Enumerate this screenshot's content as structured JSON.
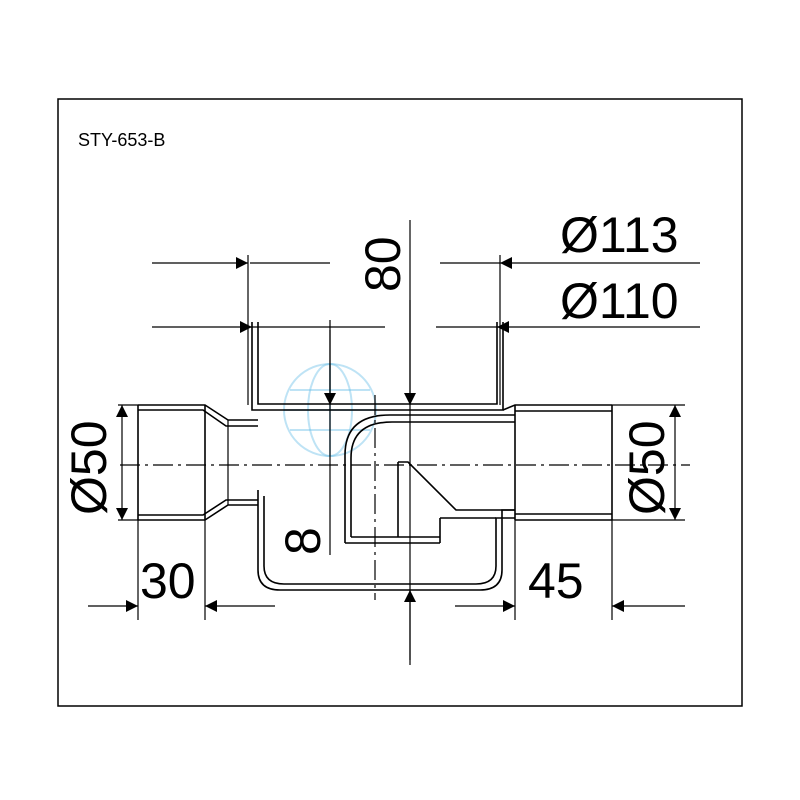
{
  "drawing": {
    "model": "STY-653-B",
    "dimensions": {
      "top_dia_outer": "Ø113",
      "top_dia_inner": "Ø110",
      "height": "80",
      "water_seal": "8",
      "left_pipe_dia": "Ø50",
      "right_pipe_dia": "Ø50",
      "left_length": "30",
      "right_length": "45"
    },
    "colors": {
      "line": "#000000",
      "frame": "#000000",
      "watermark": "#6fc2e8"
    }
  }
}
